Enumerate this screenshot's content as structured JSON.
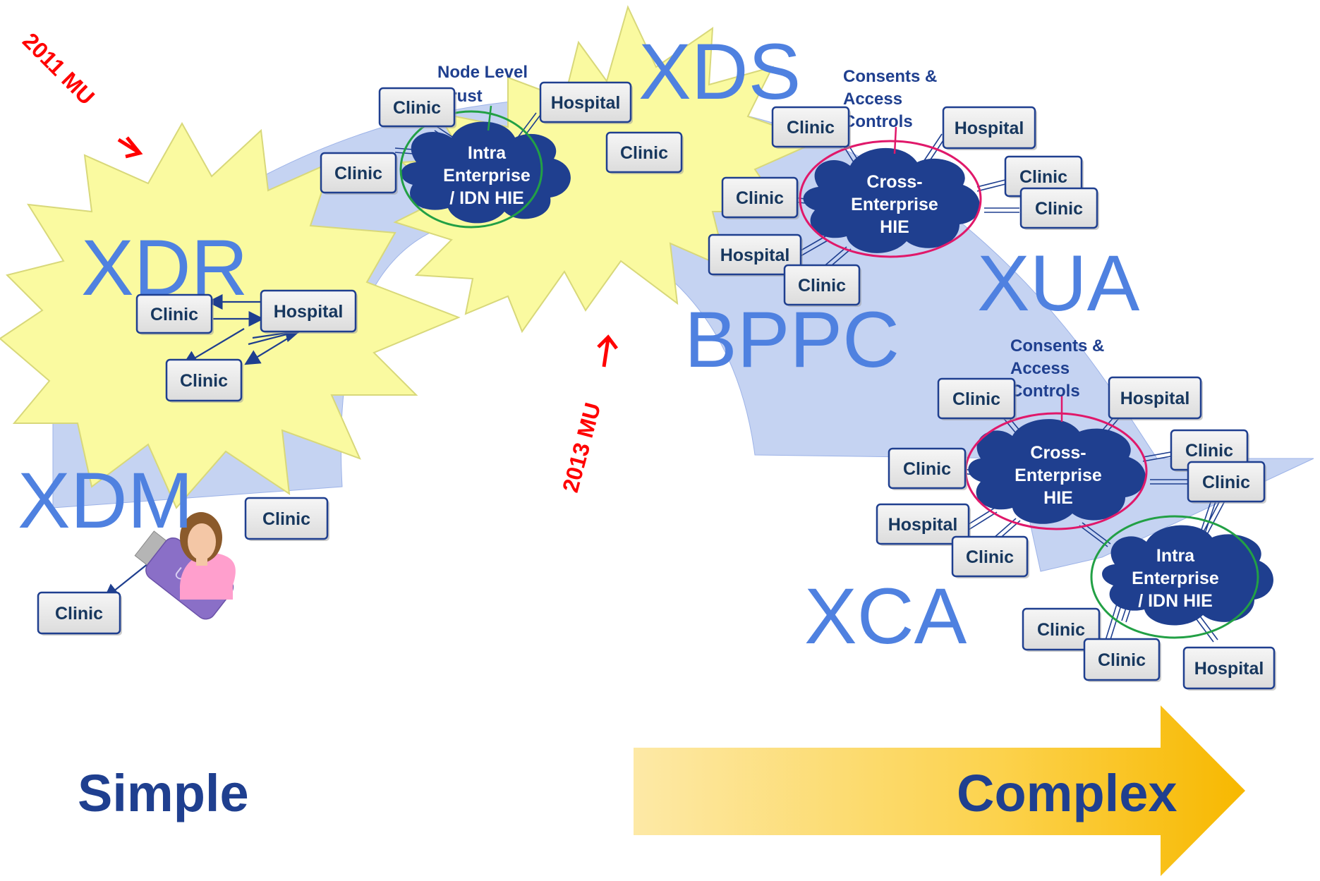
{
  "protocols": {
    "xdr": "XDR",
    "xdm": "XDM",
    "xds": "XDS",
    "bppc": "BPPC",
    "xua": "XUA",
    "xca": "XCA"
  },
  "milestones": {
    "mu_2011": "2011 MU",
    "mu_2013": "2013 MU"
  },
  "notes": {
    "node_trust_l1": "Node Level",
    "node_trust_l2": "Trust",
    "consents_l1": "Consents &",
    "consents_l2": "Access",
    "consents_l3": "Controls"
  },
  "clouds": {
    "intra_l1": "Intra",
    "intra_l2": "Enterprise",
    "intra_l3": "/ IDN HIE",
    "cross_l1": "Cross-",
    "cross_l2": "Enterprise",
    "cross_l3": "HIE"
  },
  "labels": {
    "clinic": "Clinic",
    "hospital": "Hospital",
    "usb": "USB"
  },
  "scale": {
    "simple": "Simple",
    "complex": "Complex"
  },
  "colors": {
    "burst": "#fafaa0",
    "band": "#c5d3f2",
    "protocol_text": "#4f81e0",
    "cloud": "#1f3f8f",
    "ring_green": "#22a045",
    "ring_pink": "#e0186a",
    "arrow_gold": "#fbd44a",
    "milestone_red": "#ff0000"
  }
}
